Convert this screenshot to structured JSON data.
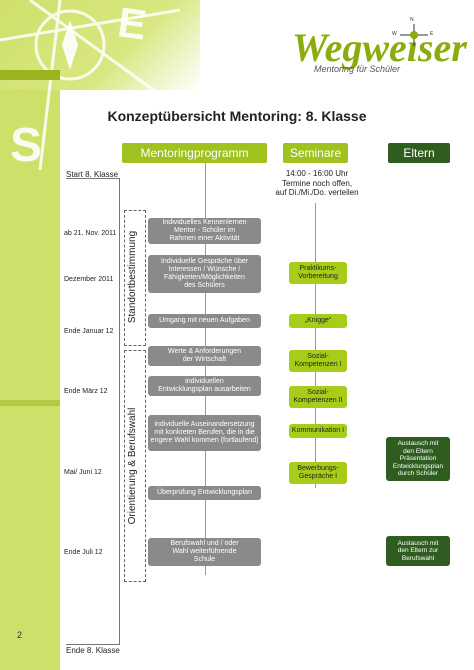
{
  "logo": {
    "name": "Wegweiser",
    "tagline": "Mentoring für Schüler"
  },
  "compass": {
    "letter_s": "S",
    "letter_e": "E",
    "mini_n": "N",
    "mini_w": "W",
    "mini_e": "E"
  },
  "page": {
    "title": "Konzeptübersicht Mentoring: 8. Klasse",
    "number": "2"
  },
  "columns": {
    "mentoring": "Mentoringprogramm",
    "seminare": "Seminare",
    "eltern": "Eltern"
  },
  "timeline": {
    "start": "Start 8. Klasse",
    "end": "Ende 8. Klasse"
  },
  "seminar_note": [
    "14:00 - 16:00 Uhr",
    "Termine noch offen,",
    "auf Di./Mi./Do. verteilen"
  ],
  "dates": [
    "ab 21. Nov. 2011",
    "Dezember 2011",
    "Ende Januar 12",
    "Ende März 12",
    "Mai/ Juni 12",
    "Ende Juli 12"
  ],
  "phases": {
    "phase1": "Standortbestimmung",
    "phase2": "Orientierung & Berufswahl"
  },
  "mentoring_steps": [
    [
      "Individuelles Kennenlernen",
      "Mentor - Schüler im",
      "Rahmen einer Aktivität"
    ],
    [
      "Individuelle Gespräche über",
      "Interessen / Wünsche /",
      "Fähigkeiten/Möglichkeiten",
      "des Schülers"
    ],
    [
      "Umgang mit neuen Aufgaben"
    ],
    [
      "Werte & Anforderungen",
      "der Wirtschaft"
    ],
    [
      "individuellen",
      "Entwicklungsplan ausarbeiten"
    ],
    [
      "individuelle Auseinandersetzung",
      "mit konkreten Berufen, die in die",
      "engere Wahl kommen (fortlaufend)"
    ],
    [
      "Überprüfung Entwicklungsplan"
    ],
    [
      "Berufswahl und / oder",
      "Wahl weiterführende",
      "Schule"
    ]
  ],
  "seminars": [
    [
      "Praktikums-",
      "Vorbereitung"
    ],
    [
      "„Knigge“"
    ],
    [
      "Sozial-",
      "Kompetenzen I"
    ],
    [
      "Sozial-",
      "Kompetenzen II"
    ],
    [
      "Kommunikation I"
    ],
    [
      "Bewerbungs-",
      "Gespräche I"
    ]
  ],
  "parents": [
    [
      "Austausch mit",
      "den Eltern",
      "Präsentation",
      "Entwicklungsplan",
      "durch Schüler"
    ],
    [
      "Austausch mit",
      "den Eltern zur",
      "Berufswahl"
    ]
  ],
  "colors": {
    "lime": "#a8cc1a",
    "dark_green": "#2f5d1f",
    "grey": "#8a8a8a",
    "header_green": "#a0c21e"
  }
}
